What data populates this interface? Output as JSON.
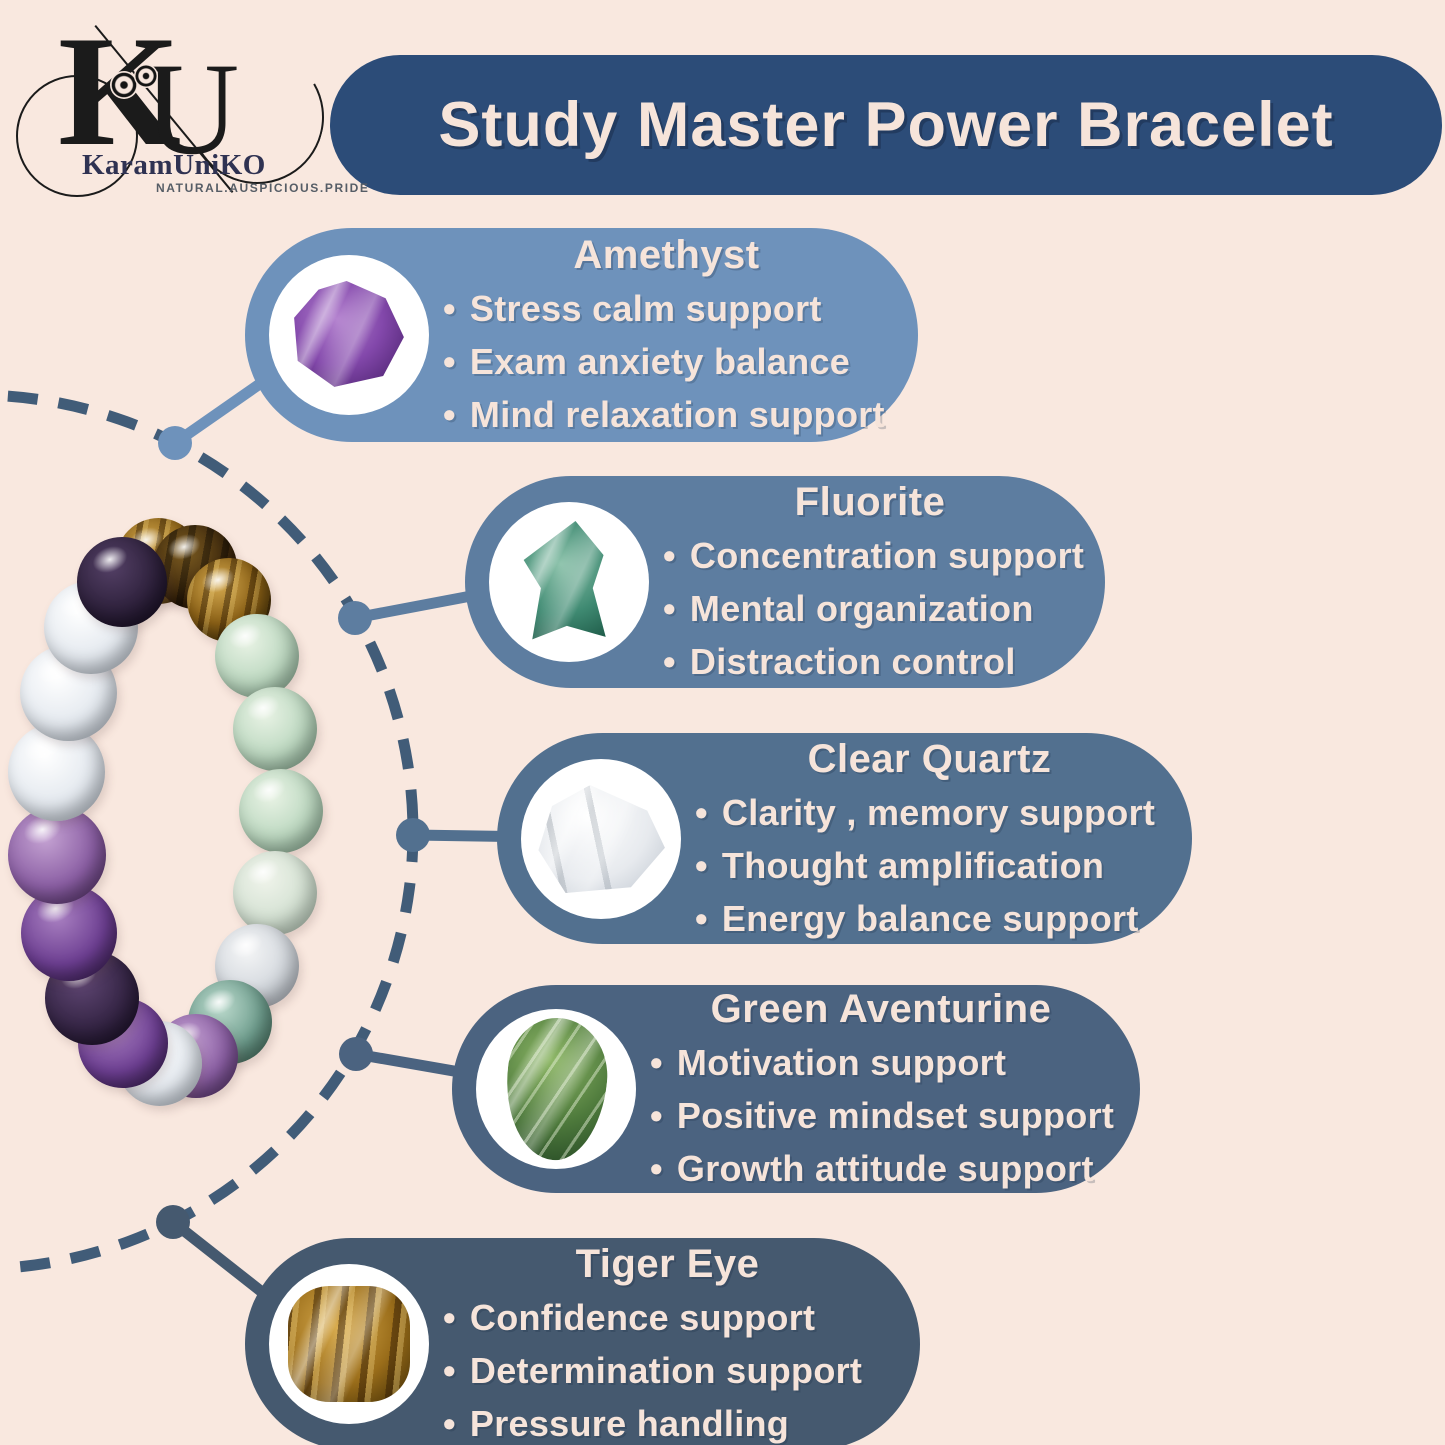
{
  "brand": {
    "monogram_k": "K",
    "monogram_u": "U",
    "name": "KaramUniKO",
    "tagline": "NATURAL.AUSPICIOUS.PRIDE"
  },
  "title": "Study Master Power Bracelet",
  "colors": {
    "background": "#f9e8df",
    "banner": "#2c4c78",
    "text_cream": "#f6e4da",
    "dash": "#415c78"
  },
  "ui": {
    "bullet": "•"
  },
  "cards": [
    {
      "name": "Amethyst",
      "stone": "amethyst",
      "color": "#6e92bb",
      "bullets": [
        "Stress calm support",
        "Exam anxiety balance",
        "Mind relaxation support"
      ]
    },
    {
      "name": "Fluorite",
      "stone": "fluorite",
      "color": "#5d7da0",
      "bullets": [
        "Concentration support",
        "Mental organization",
        "Distraction control"
      ]
    },
    {
      "name": "Clear Quartz",
      "stone": "clear-quartz",
      "color": "#52708f",
      "bullets": [
        "Clarity , memory support",
        "Thought amplification",
        "Energy balance support"
      ]
    },
    {
      "name": "Green Aventurine",
      "stone": "green-aventurine",
      "color": "#4b6380",
      "bullets": [
        "Motivation support",
        "Positive mindset support",
        "Growth attitude support"
      ]
    },
    {
      "name": "Tiger Eye",
      "stone": "tiger-eye",
      "color": "#45596f",
      "bullets": [
        "Confidence support",
        "Determination support",
        "Pressure handling"
      ]
    }
  ],
  "bracelet": {
    "beads": [
      "tiger-eye",
      "tiger-eye-dark",
      "tiger-eye",
      "green-aventurine-light",
      "green-aventurine-light",
      "green-aventurine-light",
      "green-pale",
      "clear-gray",
      "fluorite-teal",
      "fluorite-purple",
      "clear-quartz",
      "amethyst",
      "amethyst-dark",
      "amethyst",
      "fluorite-purple",
      "clear-quartz",
      "clear-quartz",
      "clear-quartz",
      "purple-dark"
    ]
  }
}
